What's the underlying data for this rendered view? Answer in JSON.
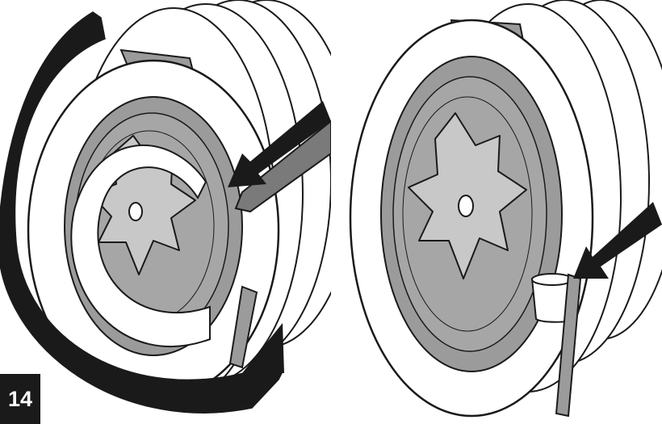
{
  "step": {
    "number": "14"
  },
  "panels": [
    {
      "id": "left",
      "icons": [
        "rotate-arrow-icon",
        "screwdriver-icon",
        "push-arrow-icon"
      ]
    },
    {
      "id": "right",
      "icons": [
        "push-arrow-icon"
      ]
    }
  ],
  "colors": {
    "ink": "#1a1a1a",
    "gray": "#9b9b9b",
    "light_gray": "#c8c8c8",
    "white": "#ffffff"
  }
}
